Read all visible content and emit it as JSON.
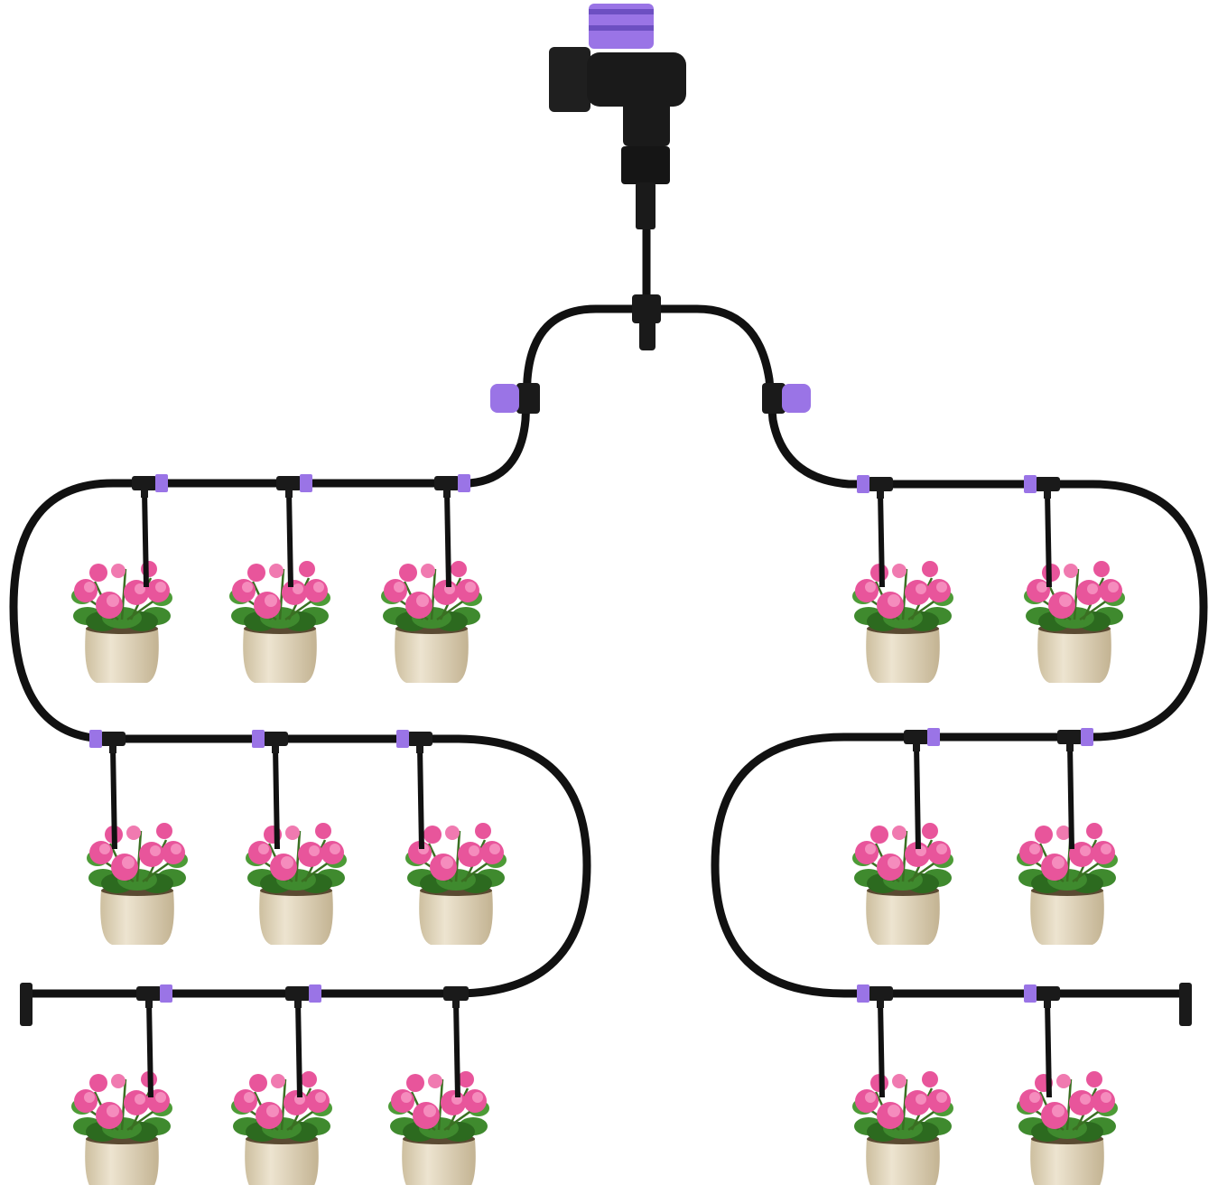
{
  "scene": {
    "subject": "drip-irrigation-kit",
    "colors": {
      "tubing": "#111111",
      "connector": "#1a1a1a",
      "accent_purple": "#9a74e6",
      "accent_purple_dark": "#6d4fc2",
      "pot": "#e3d8c2",
      "pot_shadow": "#c8b998",
      "leaf": "#3f8a2e",
      "leaf_dark": "#2c6a1f",
      "flower": "#e8559b",
      "flower_light": "#f58cbd"
    },
    "icons": [
      "faucet-adapter-valve",
      "tee-connector",
      "flow-control-valve",
      "drip-stake",
      "end-plug",
      "potted-geranium"
    ]
  }
}
